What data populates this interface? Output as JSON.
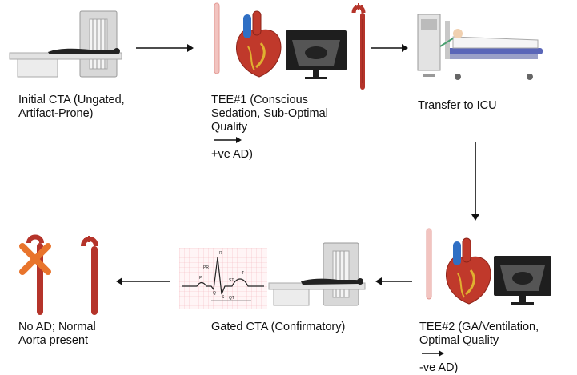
{
  "steps": {
    "initial_cta": {
      "line1": "Initial CTA (Ungated,",
      "line2": "Artifact-Prone)"
    },
    "tee1": {
      "line1": "TEE#1 (Conscious",
      "line2": "Sedation, Sub-Optimal",
      "line3_pre": "Quality",
      "line3_post": "+ve AD)"
    },
    "icu": {
      "line1": "Transfer to ICU"
    },
    "tee2": {
      "line1": "TEE#2 (GA/Ventilation,",
      "line2_pre": "Optimal Quality",
      "line2_post": "-ve AD)"
    },
    "gated_cta": {
      "line1": "Gated CTA (Confirmatory)"
    },
    "result": {
      "line1": "No AD; Normal",
      "line2": "Aorta present"
    }
  },
  "ecg_labels": {
    "r": "R",
    "p": "P",
    "q": "Q",
    "s": "S",
    "t": "T",
    "pr": "PR",
    "st": "ST",
    "qt": "QT"
  },
  "colors": {
    "aorta": "#b5342a",
    "heart": "#c0392b",
    "cross": "#e8742c",
    "monitor": "#1e1e1e",
    "ecg_grid": "#f3b9bf"
  }
}
